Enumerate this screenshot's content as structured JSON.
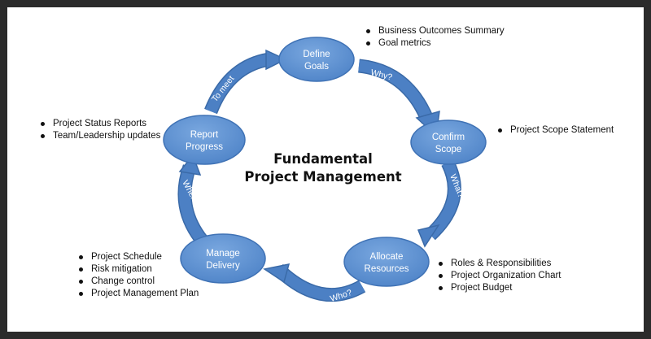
{
  "diagram": {
    "title_line1": "Fundamental",
    "title_line2": "Project Management",
    "nodes": {
      "define_goals": {
        "line1": "Define",
        "line2": "Goals"
      },
      "confirm_scope": {
        "line1": "Confirm",
        "line2": "Scope"
      },
      "allocate_resources": {
        "line1": "Allocate",
        "line2": "Resources"
      },
      "manage_delivery": {
        "line1": "Manage",
        "line2": "Delivery"
      },
      "report_progress": {
        "line1": "Report",
        "line2": "Progress"
      }
    },
    "arrows": {
      "why": "Why?",
      "what": "What?",
      "who": "Who?",
      "when_how": "When? How?",
      "to_meet": "To meet"
    },
    "notes": {
      "define_goals": [
        "Business Outcomes Summary",
        "Goal metrics"
      ],
      "confirm_scope": [
        "Project Scope Statement"
      ],
      "allocate_resources": [
        "Roles & Responsibilities",
        "Project Organization Chart",
        "Project Budget"
      ],
      "manage_delivery": [
        "Project Schedule",
        "Risk mitigation",
        "Change control",
        "Project Management Plan"
      ],
      "report_progress": [
        "Project Status Reports",
        "Team/Leadership updates"
      ]
    },
    "colors": {
      "node_fill": "#5b8fd0",
      "node_stroke": "#3f72b5",
      "arrow_fill": "#4c80c4",
      "arrow_stroke": "#3a6aa8",
      "text": "#ffffff",
      "background": "#ffffff",
      "border": "#2b2b2b"
    }
  }
}
